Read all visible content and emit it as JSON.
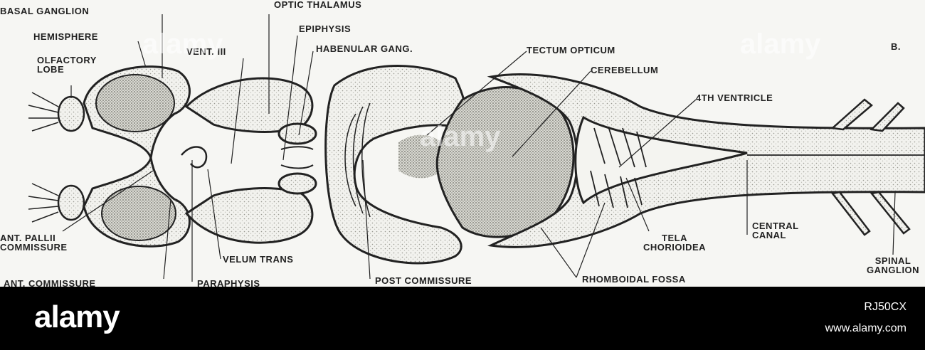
{
  "figure": {
    "panel": "B."
  },
  "labels": {
    "basal_ganglion": "BASAL GANGLION",
    "hemisphere": "HEMISPHERE",
    "olfactory_lobe": "OLFACTORY\nLOBE",
    "vent_iii": "VENT. III",
    "optic_thalamus": "OPTIC THALAMUS",
    "epiphysis": "EPIPHYSIS",
    "habenular_gang": "HABENULAR GANG.",
    "tectum_opticum": "TECTUM OPTICUM",
    "cerebellum": "CEREBELLUM",
    "fourth_ventricle": "4TH VENTRICLE",
    "ant_pallii_commissure": "ANT. PALLII\nCOMMISSURE",
    "ant_commissure": "ANT. COMMISSURE",
    "paraphysis": "PARAPHYSIS",
    "velum_trans": "VELUM TRANS",
    "post_commissure": "POST COMMISSURE",
    "rhomboidal_fossa": "RHOMBOIDAL FOSSA",
    "tela_chorioidea": "TELA\nCHORIOIDEA",
    "central_canal": "CENTRAL\nCANAL",
    "spinal_ganglion": "SPINAL\nGANGLION"
  },
  "banner": {
    "brand": "alamy",
    "image_id": "RJ50CX",
    "url": "www.alamy.com",
    "watermark": "alamy"
  },
  "colors": {
    "background": "#f6f6f3",
    "ink": "#222222",
    "stipple": "#bdbdb4",
    "banner": "#000000"
  }
}
